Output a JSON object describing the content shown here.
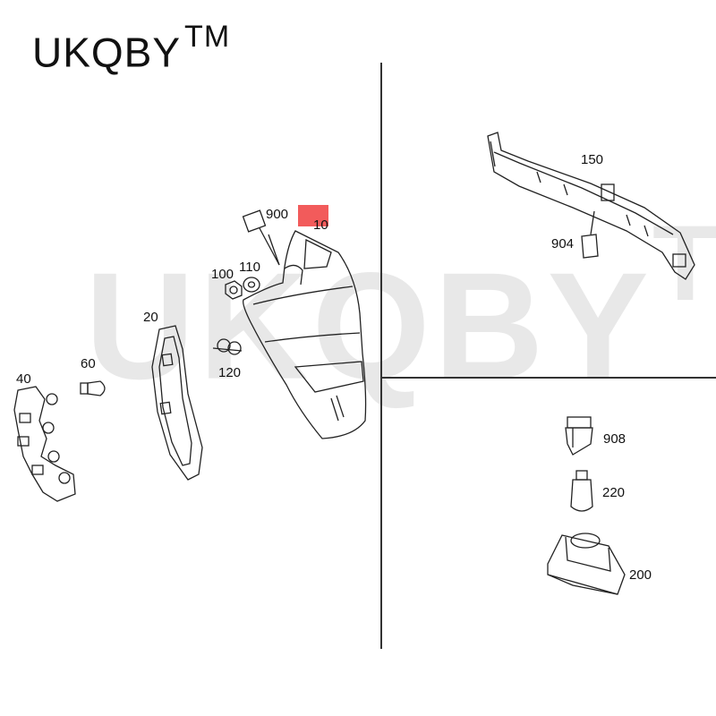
{
  "brand": {
    "name": "UKQBY",
    "tm": "TM"
  },
  "watermark": {
    "name": "UKQBY",
    "tm": "TM"
  },
  "colors": {
    "highlight": "#f25b5b",
    "line": "#222222",
    "watermark": "rgba(0,0,0,0.09)"
  },
  "parts": {
    "p10": "10",
    "p20": "20",
    "p40": "40",
    "p60": "60",
    "p100": "100",
    "p110": "110",
    "p120": "120",
    "p150": "150",
    "p200": "200",
    "p220": "220",
    "p900": "900",
    "p904": "904",
    "p908": "908"
  }
}
